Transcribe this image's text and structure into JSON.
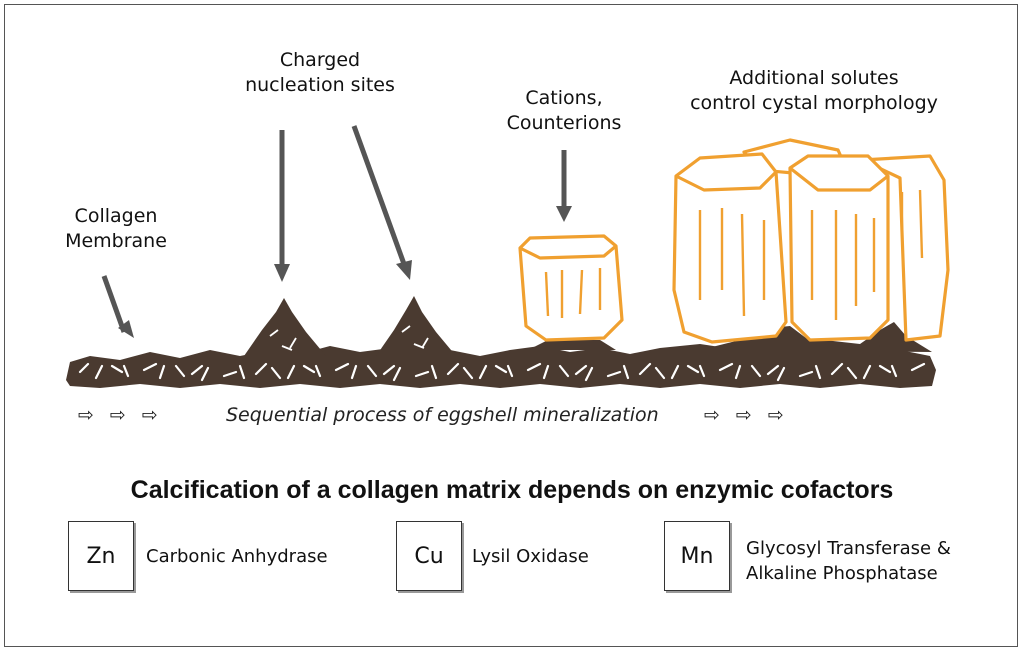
{
  "labels": {
    "collagen_membrane": [
      "Collagen",
      "Membrane"
    ],
    "charged_sites": [
      "Charged",
      "nucleation sites"
    ],
    "cations": [
      "Cations,",
      "Counterions"
    ],
    "solutes": [
      "Additional solutes",
      "control cystal morphology"
    ]
  },
  "process": {
    "caption": "Sequential process of eggshell mineralization",
    "arrows_left": "⇨⇨⇨",
    "arrows_right": "⇨⇨⇨"
  },
  "title": "Calcification of a collagen matrix depends on enzymic cofactors",
  "cofactors": [
    {
      "element": "Zn",
      "enzyme": "Carbonic Anhydrase"
    },
    {
      "element": "Cu",
      "enzyme": "Lysil Oxidase"
    },
    {
      "element": "Mn",
      "enzyme_lines": [
        "Glycosyl Transferase &",
        "Alkaline Phosphatase"
      ]
    }
  ],
  "colors": {
    "matrix": "#4a3a30",
    "crystal_stroke": "#f0a030",
    "arrow": "#555555"
  }
}
